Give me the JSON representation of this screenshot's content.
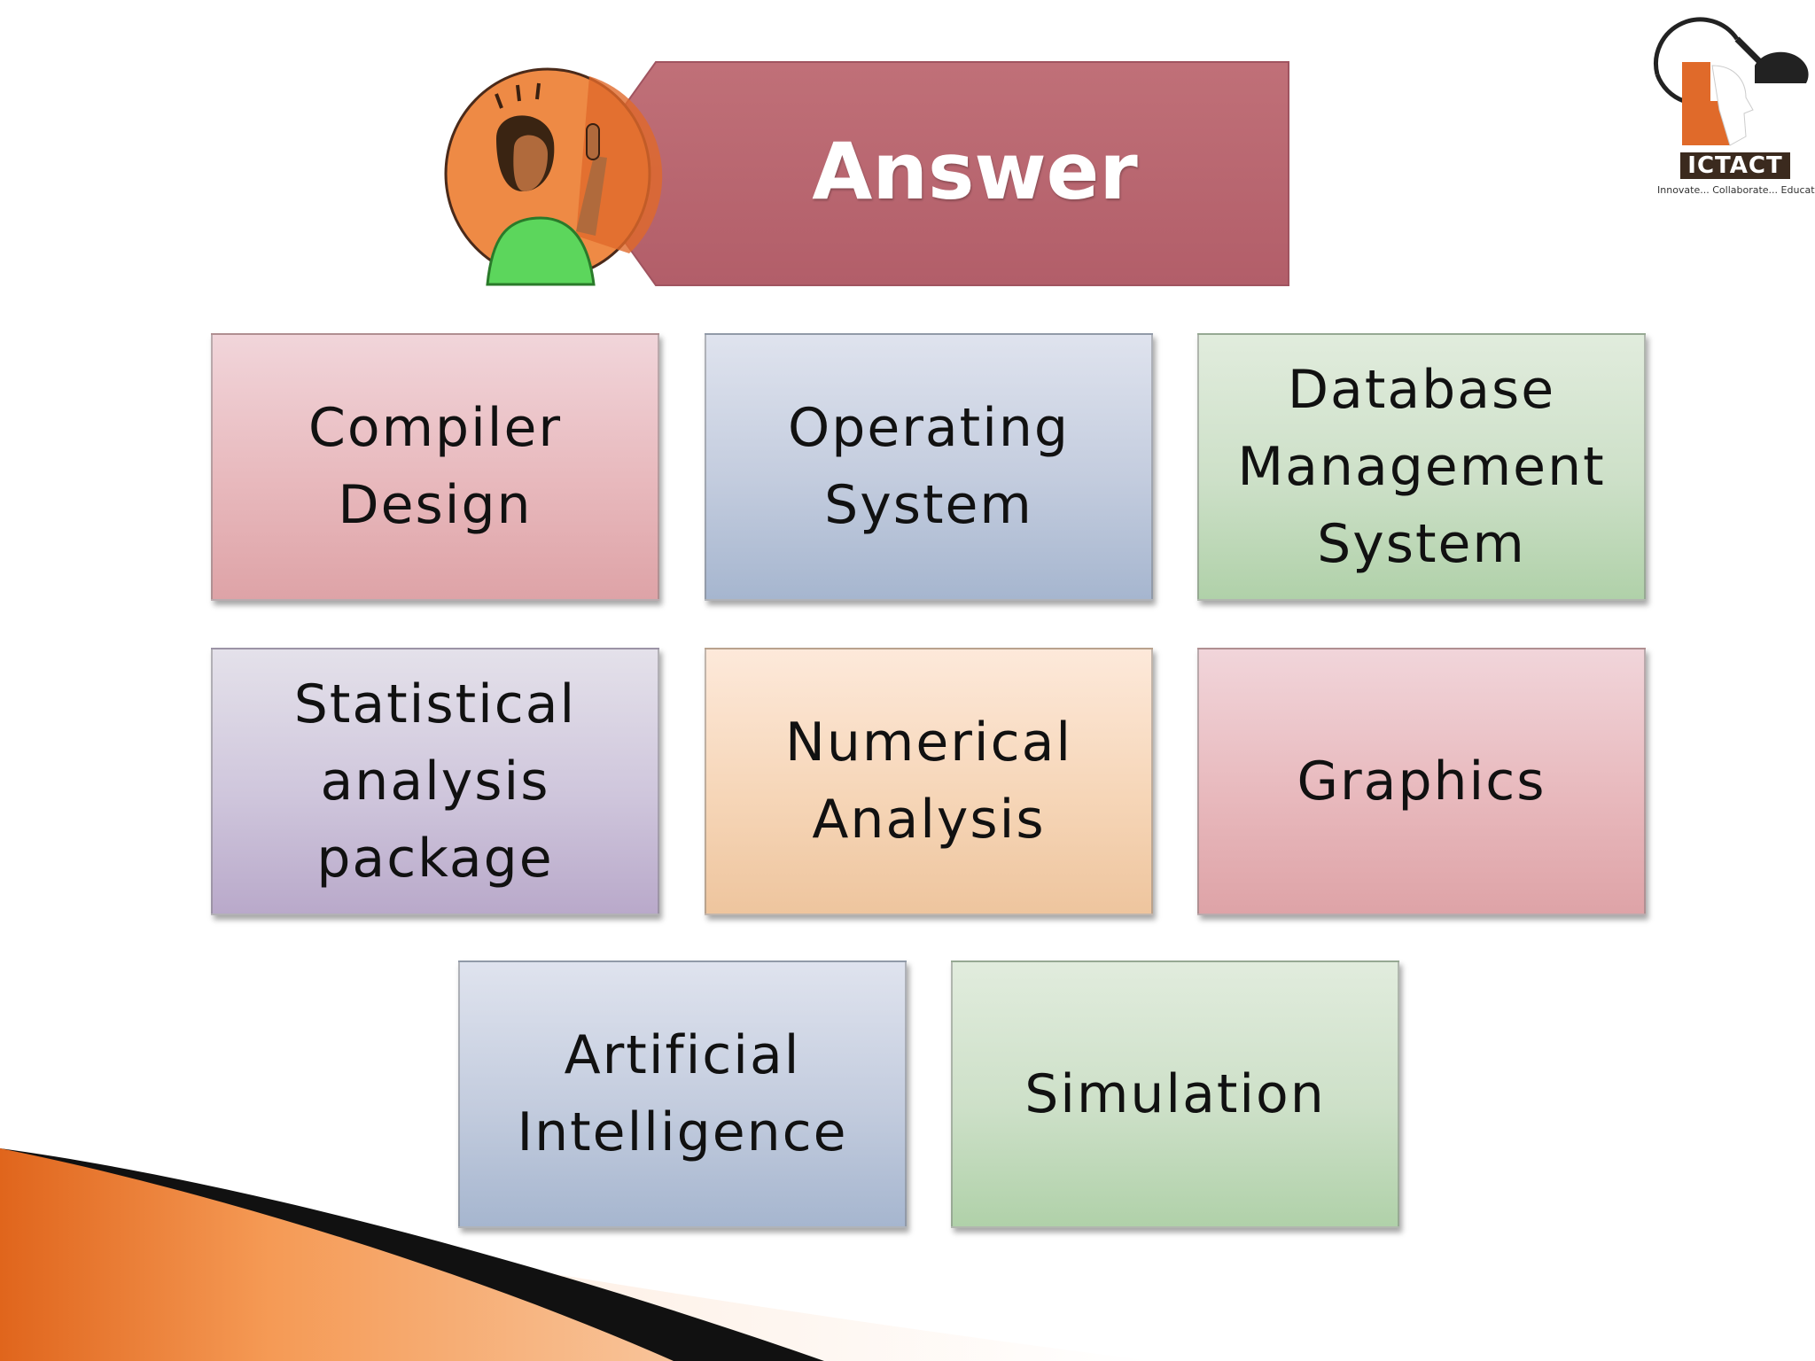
{
  "slide": {
    "title": "Answer",
    "logo": {
      "name": "ICTACT",
      "tagline": "Innovate... Collaborate... Educate..."
    },
    "tiles": [
      [
        "Compiler",
        "Design"
      ],
      [
        "Operating",
        "System"
      ],
      [
        "Database",
        "Management",
        "System"
      ],
      [
        "Statistical",
        "analysis",
        "package"
      ],
      [
        "Numerical",
        "Analysis"
      ],
      [
        "Graphics"
      ],
      [
        "Artificial",
        "Intelligence"
      ],
      [
        "Simulation"
      ]
    ]
  },
  "colors": {
    "banner": "#b96570",
    "accent_orange": "#f08a3c",
    "tile_pink": "#e8b9bd",
    "tile_blue": "#c3ccde",
    "tile_green": "#cde0c8",
    "tile_purple": "#cfc6dc",
    "tile_peach": "#f6d6b8"
  }
}
